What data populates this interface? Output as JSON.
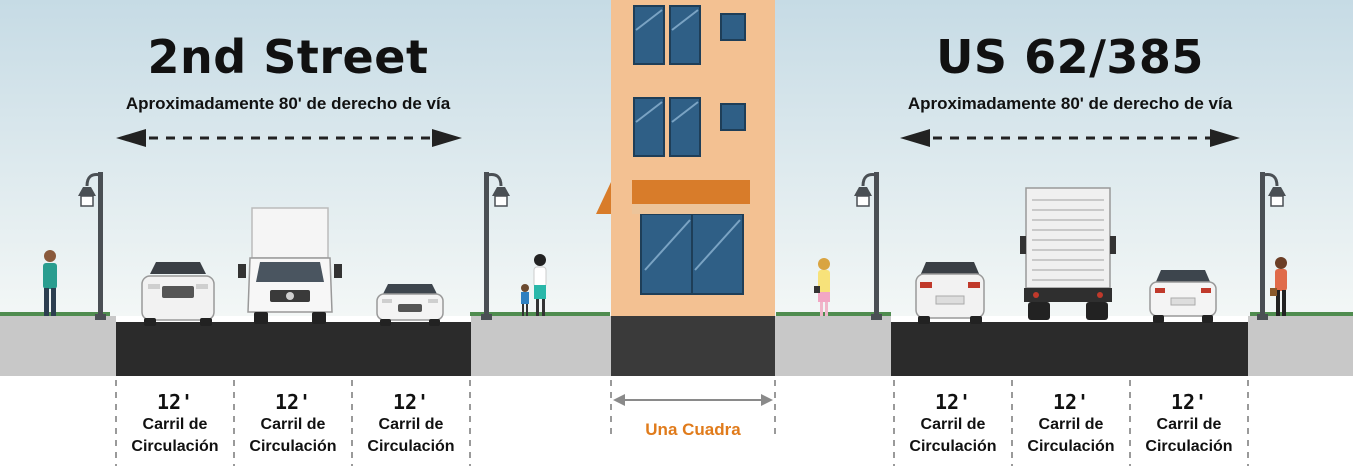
{
  "left": {
    "title": "2nd Street",
    "subtitle": "Aproximadamente 80' de derecho de vía",
    "lanes": [
      {
        "width": "12'",
        "line1": "Carril de",
        "line2": "Circulación"
      },
      {
        "width": "12'",
        "line1": "Carril de",
        "line2": "Circulación"
      },
      {
        "width": "12'",
        "line1": "Carril de",
        "line2": "Circulación"
      }
    ]
  },
  "center": {
    "label": "Una Cuadra"
  },
  "right": {
    "title": "US 62/385",
    "subtitle": "Aproximadamente 80' de derecho de vía",
    "lanes": [
      {
        "width": "12'",
        "line1": "Carril de",
        "line2": "Circulación"
      },
      {
        "width": "12'",
        "line1": "Carril de",
        "line2": "Circulación"
      },
      {
        "width": "12'",
        "line1": "Carril de",
        "line2": "Circulación"
      }
    ]
  },
  "colors": {
    "sky_top": "#c9dde6",
    "sky_bottom": "#f2f6f6",
    "road": "#2b2b2b",
    "sidewalk": "#c8c8c8",
    "building": "#f3c192",
    "awning": "#d87c2a",
    "window": "#2f5f86",
    "accent_label": "#e07b1b",
    "grass": "#4f8c4f"
  },
  "icons": [
    "street-lamp-icon",
    "pedestrian-icon",
    "suv-icon",
    "box-truck-icon",
    "car-icon",
    "double-arrow-icon"
  ]
}
